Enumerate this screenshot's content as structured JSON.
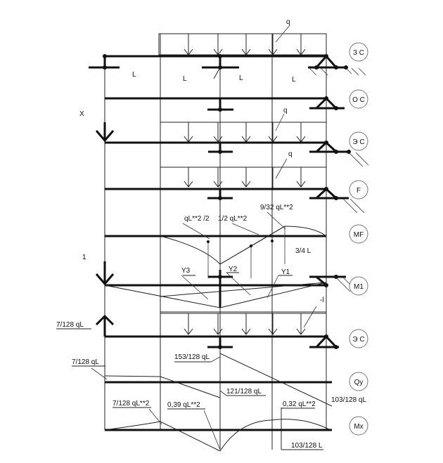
{
  "labels": {
    "q1": "q",
    "q2": "q",
    "q3": "q",
    "L1": "L",
    "L2": "L",
    "L3": "L",
    "L4": "L",
    "X": "X",
    "one": "1",
    "qL2_2": "qL**2 /2",
    "half_qL2": "1/2 qL**2",
    "nine32": "9/32  qL**2",
    "threeq_L": "3/4 L",
    "Y3": "Y3",
    "Y2": "Y2",
    "Y1": "Y1",
    "minus": "-l",
    "r7_128": "7/128 qL",
    "q7_128": "7/128 qL",
    "q153": "153/128 qL",
    "q121": "121/128 qL",
    "q103": "103/128 qL",
    "m7_128": "7/128 qL**2",
    "m039": "0,39 qL**2",
    "m032": "0,32 qL**2",
    "x103": "103/128 L"
  },
  "rows": [
    {
      "tag": "З С"
    },
    {
      "tag": "О С"
    },
    {
      "tag": "Э С"
    },
    {
      "tag": "F"
    },
    {
      "tag": "MF"
    },
    {
      "tag": "M1"
    },
    {
      "tag": "Э С"
    },
    {
      "tag": "Qy"
    },
    {
      "tag": "Mx"
    }
  ]
}
